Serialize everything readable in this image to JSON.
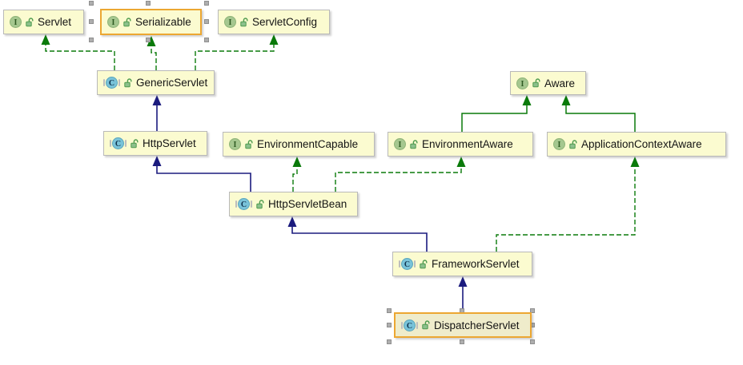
{
  "diagram": {
    "icon_letters": {
      "interface": "I",
      "class": "C"
    },
    "nodes": [
      {
        "id": "servlet",
        "label": "Servlet",
        "kind": "interface",
        "selected": false
      },
      {
        "id": "serializable",
        "label": "Serializable",
        "kind": "interface",
        "selected": true
      },
      {
        "id": "servlet-config",
        "label": "ServletConfig",
        "kind": "interface",
        "selected": false
      },
      {
        "id": "generic-servlet",
        "label": "GenericServlet",
        "kind": "class",
        "selected": false
      },
      {
        "id": "aware",
        "label": "Aware",
        "kind": "interface",
        "selected": false
      },
      {
        "id": "http-servlet",
        "label": "HttpServlet",
        "kind": "class",
        "selected": false
      },
      {
        "id": "environment-capable",
        "label": "EnvironmentCapable",
        "kind": "interface",
        "selected": false
      },
      {
        "id": "environment-aware",
        "label": "EnvironmentAware",
        "kind": "interface",
        "selected": false
      },
      {
        "id": "application-context-aware",
        "label": "ApplicationContextAware",
        "kind": "interface",
        "selected": false
      },
      {
        "id": "http-servlet-bean",
        "label": "HttpServletBean",
        "kind": "class",
        "selected": false
      },
      {
        "id": "framework-servlet",
        "label": "FrameworkServlet",
        "kind": "class",
        "selected": false
      },
      {
        "id": "dispatcher-servlet",
        "label": "DispatcherServlet",
        "kind": "class",
        "selected": true
      }
    ],
    "edges": [
      {
        "from": "GenericServlet",
        "to": "Servlet",
        "relation": "implements"
      },
      {
        "from": "GenericServlet",
        "to": "Serializable",
        "relation": "implements"
      },
      {
        "from": "GenericServlet",
        "to": "ServletConfig",
        "relation": "implements"
      },
      {
        "from": "HttpServlet",
        "to": "GenericServlet",
        "relation": "extends"
      },
      {
        "from": "HttpServletBean",
        "to": "HttpServlet",
        "relation": "extends"
      },
      {
        "from": "HttpServletBean",
        "to": "EnvironmentCapable",
        "relation": "implements"
      },
      {
        "from": "HttpServletBean",
        "to": "EnvironmentAware",
        "relation": "implements"
      },
      {
        "from": "EnvironmentAware",
        "to": "Aware",
        "relation": "extends"
      },
      {
        "from": "ApplicationContextAware",
        "to": "Aware",
        "relation": "extends"
      },
      {
        "from": "FrameworkServlet",
        "to": "HttpServletBean",
        "relation": "extends"
      },
      {
        "from": "FrameworkServlet",
        "to": "ApplicationContextAware",
        "relation": "implements"
      },
      {
        "from": "DispatcherServlet",
        "to": "FrameworkServlet",
        "relation": "extends"
      }
    ],
    "colors": {
      "node_fill": "#fbfbd0",
      "selected_node_fill": "#efeccb",
      "node_border": "#b9b9b9",
      "selection_border": "#eca732",
      "extends_class_edge": "#1b1b7e",
      "implements_edge": "#0a7a0a",
      "interface_icon": "#a5c78f",
      "class_icon": "#79c3d9",
      "handle": "#aeaeae"
    }
  }
}
